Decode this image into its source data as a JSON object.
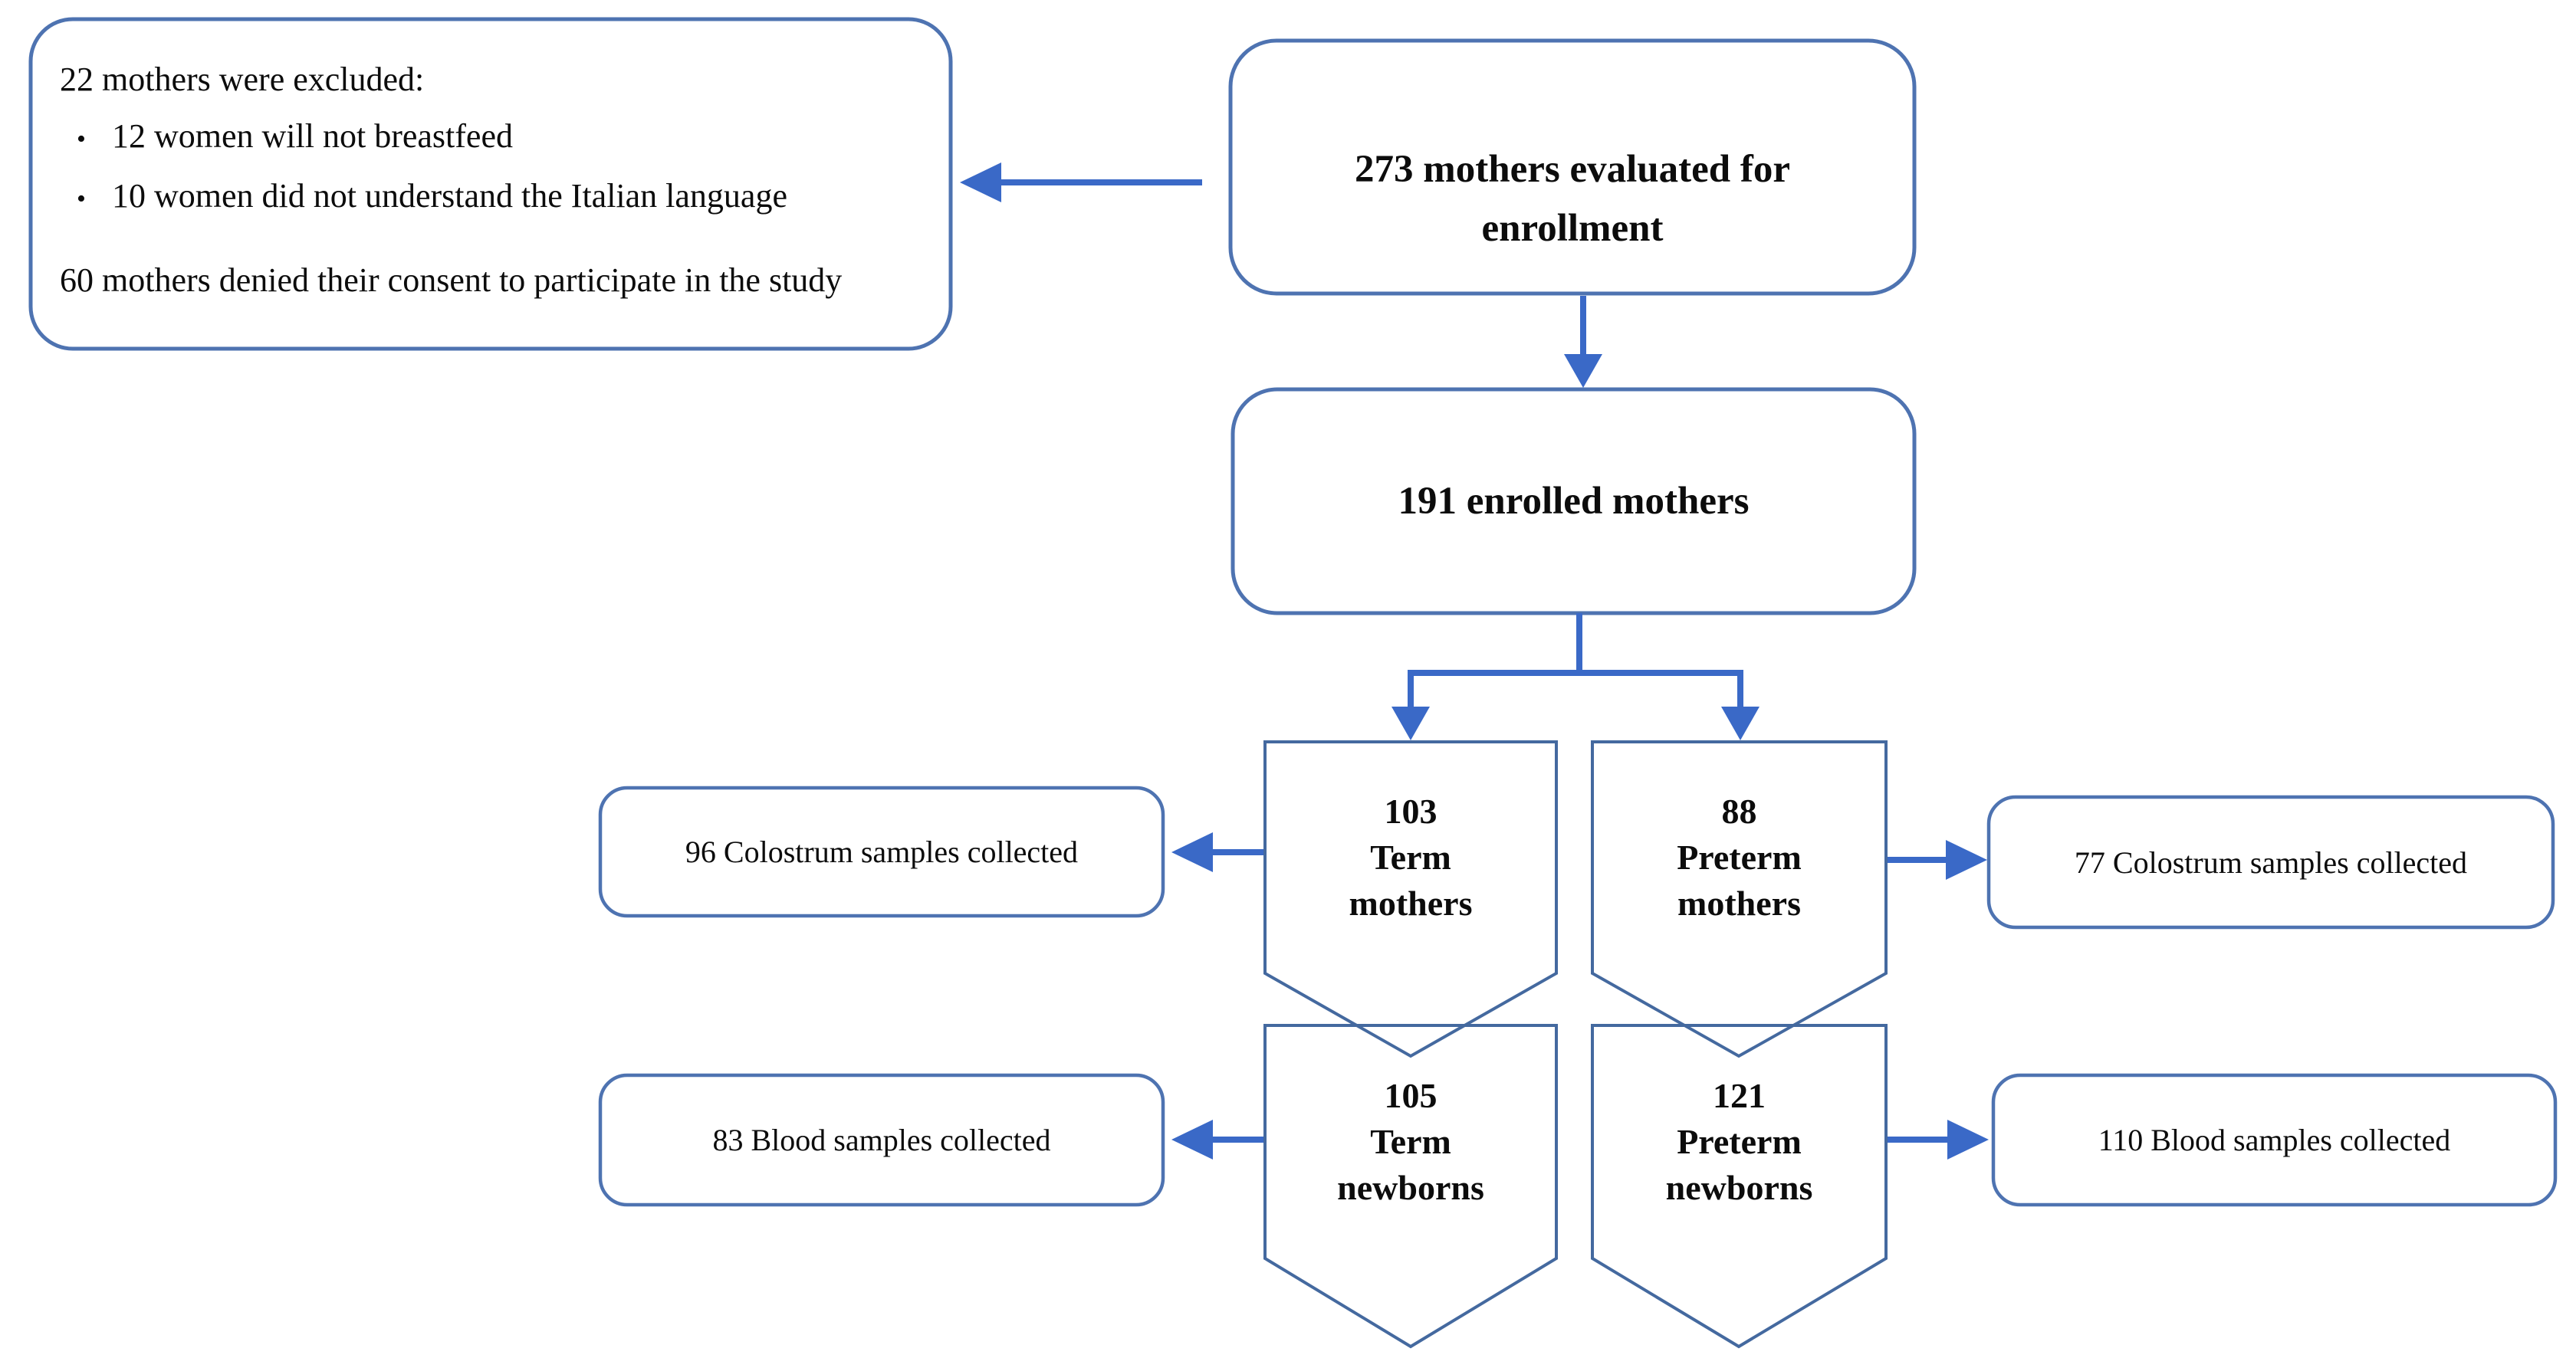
{
  "figure": {
    "title": "Study enrollment flow diagram",
    "colors": {
      "box_border": "#4e73b1",
      "pentagon_border": "#44699f",
      "arrow": "#3a69c7",
      "text": "#0c0c0c",
      "background": "#ffffff"
    },
    "nodes": {
      "evaluated": {
        "label": "273 mothers evaluated for enrollment"
      },
      "excluded": {
        "title": "22 mothers were excluded:",
        "bullet_glyph": "•",
        "bullets": [
          "12 women will not breastfeed",
          "10 women did not understand the Italian language"
        ],
        "footer": "60 mothers denied their consent to participate in the study"
      },
      "enrolled": {
        "label": "191 enrolled mothers"
      },
      "term_mothers": {
        "lines": [
          "103",
          "Term",
          "mothers"
        ]
      },
      "preterm_mothers": {
        "lines": [
          "88",
          "Preterm",
          "mothers"
        ]
      },
      "term_newborns": {
        "lines": [
          "105",
          "Term",
          "newborns"
        ]
      },
      "preterm_newborns": {
        "lines": [
          "121",
          "Preterm",
          "newborns"
        ]
      },
      "term_colostrum": {
        "label": "96 Colostrum samples collected"
      },
      "preterm_colostrum": {
        "label": "77 Colostrum samples collected"
      },
      "term_blood": {
        "label": "83 Blood samples collected"
      },
      "preterm_blood": {
        "label": "110 Blood samples collected"
      }
    }
  }
}
